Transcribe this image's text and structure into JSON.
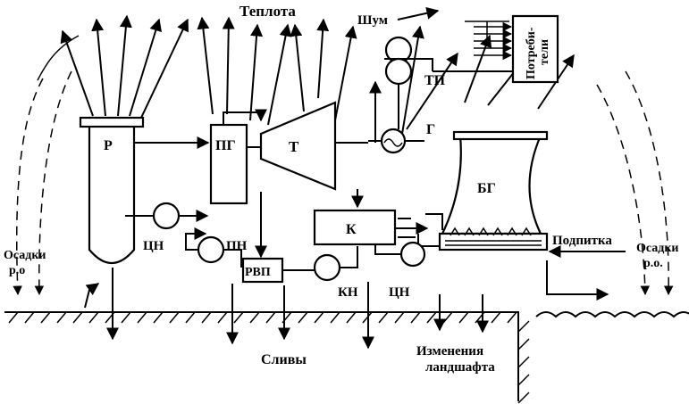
{
  "labels": {
    "heat": "Теплота",
    "noise": "Шум",
    "consumers_line1": "Потреби-",
    "consumers_line2": "тели",
    "transformer": "ТП",
    "generator": "Г",
    "reactor": "Р",
    "steam_generator": "ПГ",
    "turbine": "Т",
    "cooling_tower": "БГ",
    "condenser": "К",
    "circ_pump_left": "ЦН",
    "feed_pump": "ПН",
    "regen_heater": "РВП",
    "condensate_pump": "КН",
    "circ_pump_right": "ЦН",
    "makeup": "Подпитка",
    "precip_left_line1": "Осадки",
    "precip_left_line2": "р.о",
    "precip_right_line1": "Осадки",
    "precip_right_line2": "р.о.",
    "drains": "Сливы",
    "landscape_line1": "Изменения",
    "landscape_line2": "ландшафта"
  }
}
